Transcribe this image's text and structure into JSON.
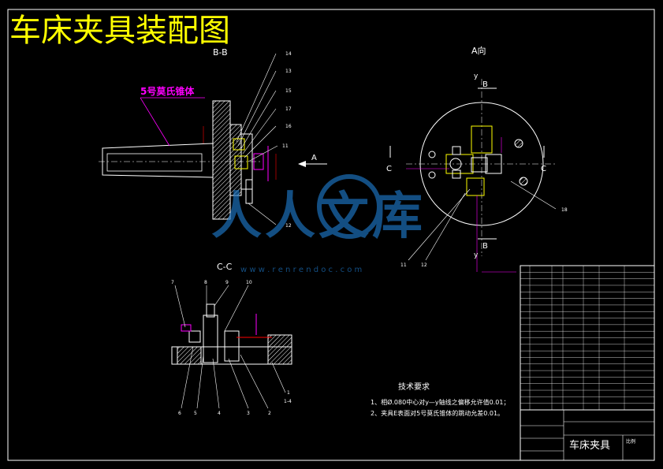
{
  "title": "车床夹具装配图",
  "views": {
    "section_bb": "B-B",
    "view_a": "A向",
    "section_cc": "C-C"
  },
  "annotations": {
    "morse_taper": "5号莫氏锥体",
    "arrow_a": "A",
    "c_left": "C",
    "c_right": "C",
    "b_top": "B",
    "b_bottom": "B",
    "y_top": "y",
    "y_bottom": "y"
  },
  "balloons": {
    "bb": [
      "14",
      "13",
      "15",
      "17",
      "16",
      "11",
      "12"
    ],
    "cc_top": [
      "7",
      "8",
      "9",
      "10"
    ],
    "cc_bottom": [
      "6",
      "5",
      "4",
      "3",
      "2"
    ],
    "cc_right": [
      "1",
      "1-4"
    ],
    "a_view": [
      "18",
      "11",
      "12"
    ]
  },
  "tech_requirements": {
    "heading": "技术要求",
    "items": [
      "1、相Ø.080中心对y—y轴线之偏移允许值0.01；",
      "2、夹具E表面对5号莫氏锥体的跳动允差0.01。"
    ]
  },
  "title_block": {
    "drawing_name": "车床夹具",
    "scale_label": "比例"
  },
  "watermark": {
    "text": "人人文库",
    "url": "w w w . r e n r e n d o c . c o m"
  },
  "colors": {
    "background": "#000000",
    "outline": "#ffffff",
    "title": "#ffff00",
    "highlight": "#ff00ff",
    "dimension": "#ff0000",
    "watermark": "#1e78c8"
  }
}
